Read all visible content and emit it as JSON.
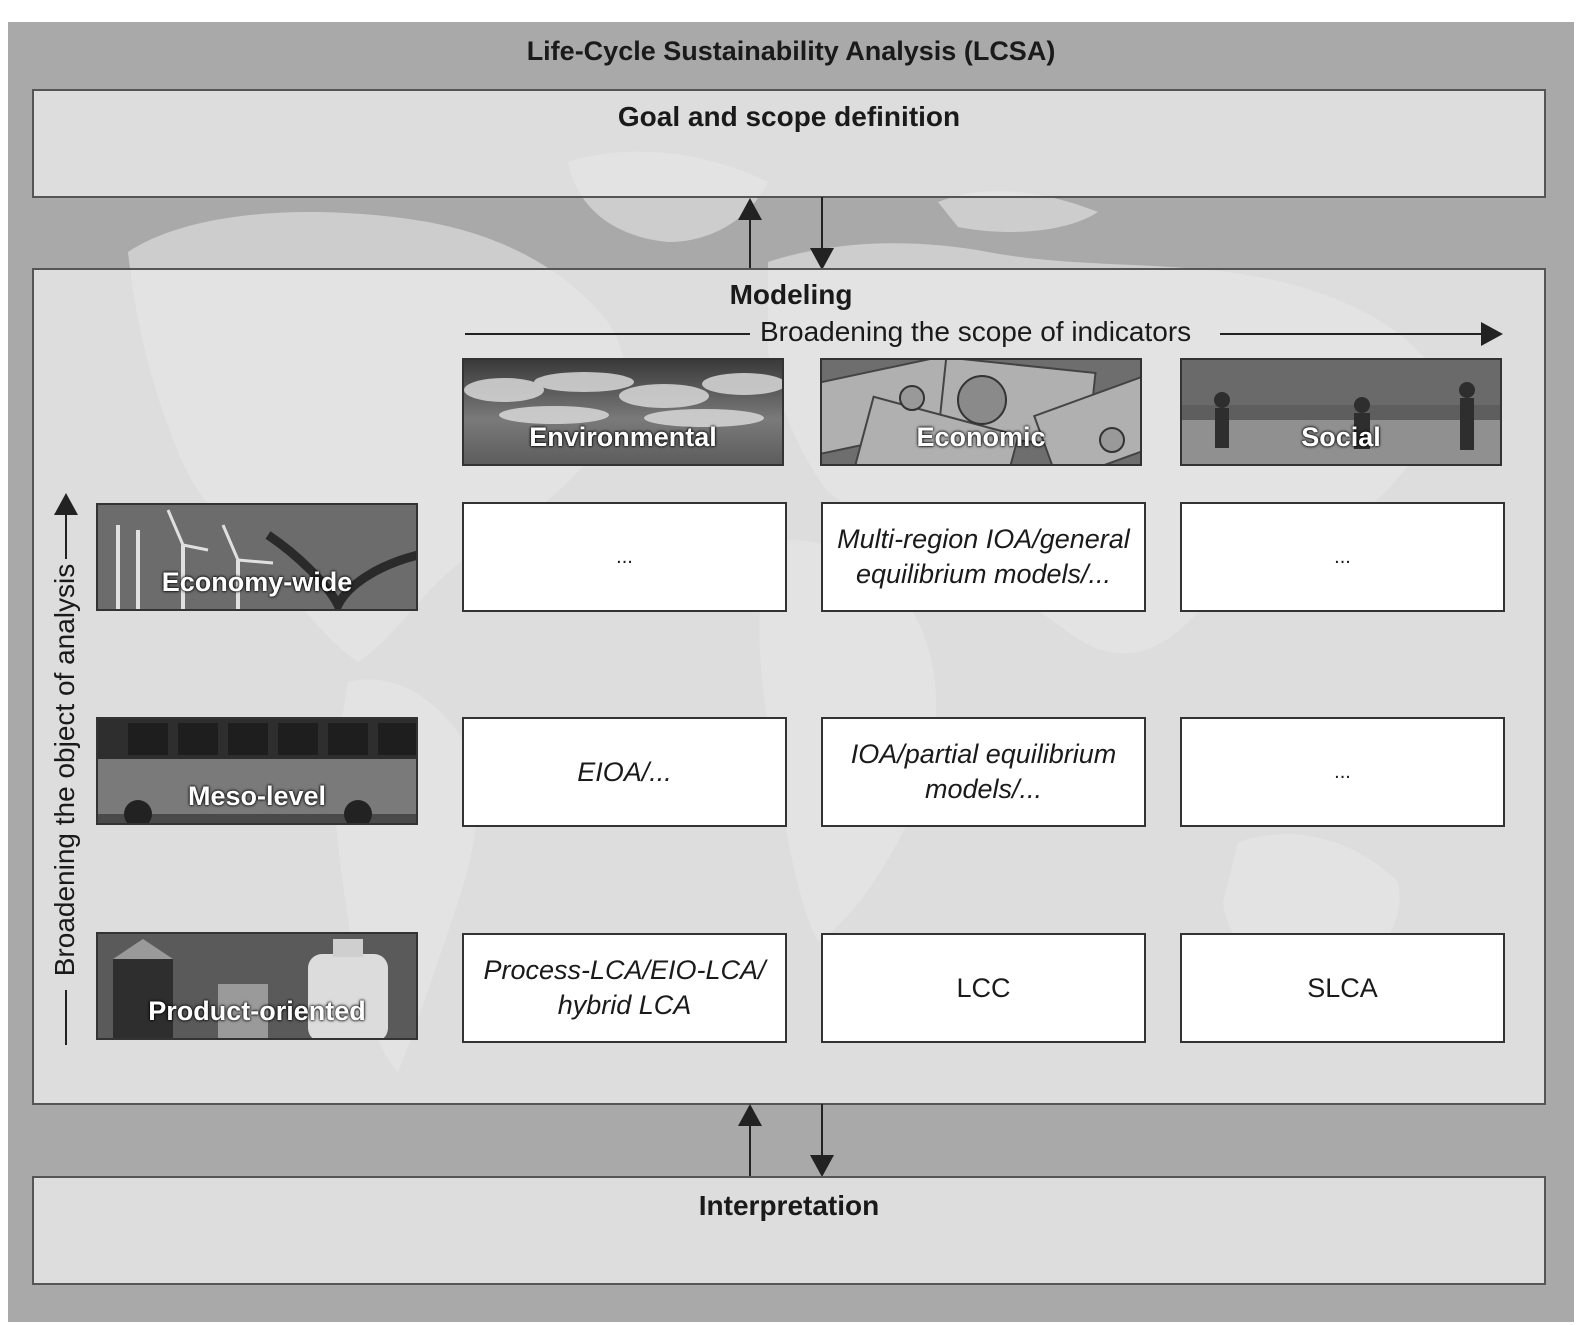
{
  "title": "Life-Cycle Sustainability Analysis (LCSA)",
  "goal": "Goal and scope definition",
  "modeling": "Modeling",
  "scope_axis": "Broadening the scope of indicators",
  "object_axis": "Broadening the object of analysis",
  "interpretation": "Interpretation",
  "columns": [
    "Environmental",
    "Economic",
    "Social"
  ],
  "rows": [
    "Economy-wide",
    "Meso-level",
    "Product-oriented"
  ],
  "cells": [
    [
      "...",
      "Multi-region IOA/general\nequilibrium models/...",
      "..."
    ],
    [
      "EIOA/...",
      "IOA/partial equilibrium\nmodels/...",
      "..."
    ],
    [
      "Process-LCA/EIO-LCA/\nhybrid LCA",
      "LCC",
      "SLCA"
    ]
  ]
}
